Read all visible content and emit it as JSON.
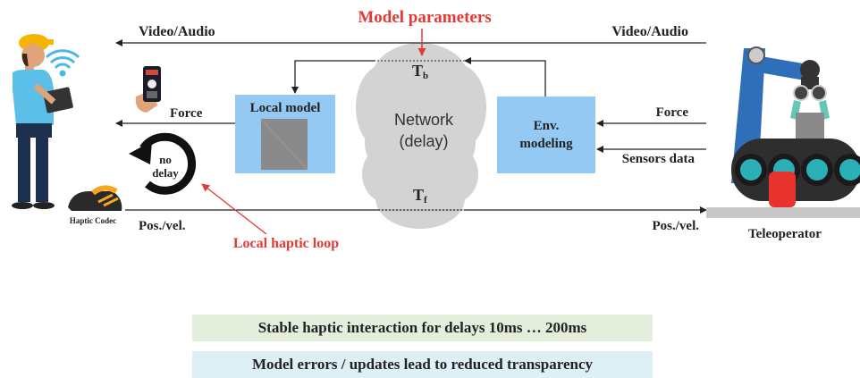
{
  "labels": {
    "model_parameters": "Model parameters",
    "video_audio_left": "Video/Audio",
    "video_audio_right": "Video/Audio",
    "force_left": "Force",
    "force_right": "Force",
    "sensors_data": "Sensors data",
    "pos_vel_left": "Pos./vel.",
    "pos_vel_right": "Pos./vel.",
    "local_model": "Local model",
    "network_line1": "Network",
    "network_line2": "(delay)",
    "env_line1": "Env.",
    "env_line2": "modeling",
    "tb_main": "T",
    "tb_sub": "b",
    "tf_main": "T",
    "tf_sub": "f",
    "no_delay_line1": "no",
    "no_delay_line2": "delay",
    "haptic_codec": "Haptic Codec",
    "local_haptic_loop": "Local haptic loop",
    "teleoperator": "Teleoperator"
  },
  "bars": {
    "stable": "Stable haptic interaction for delays 10ms … 200ms",
    "errors": "Model errors / updates lead to reduced transparency"
  },
  "colors": {
    "accent_red": "#e53935",
    "box_blue": "#93c9f2",
    "cloud_gray": "#d3d3d3",
    "robot_blue": "#2f6fba"
  },
  "icons": [
    "operator-person-icon",
    "wifi-icon",
    "phone-controller-icon",
    "haptic-device-icon",
    "loop-arrow-icon",
    "robot-arm-icon",
    "conveyor-icon"
  ]
}
